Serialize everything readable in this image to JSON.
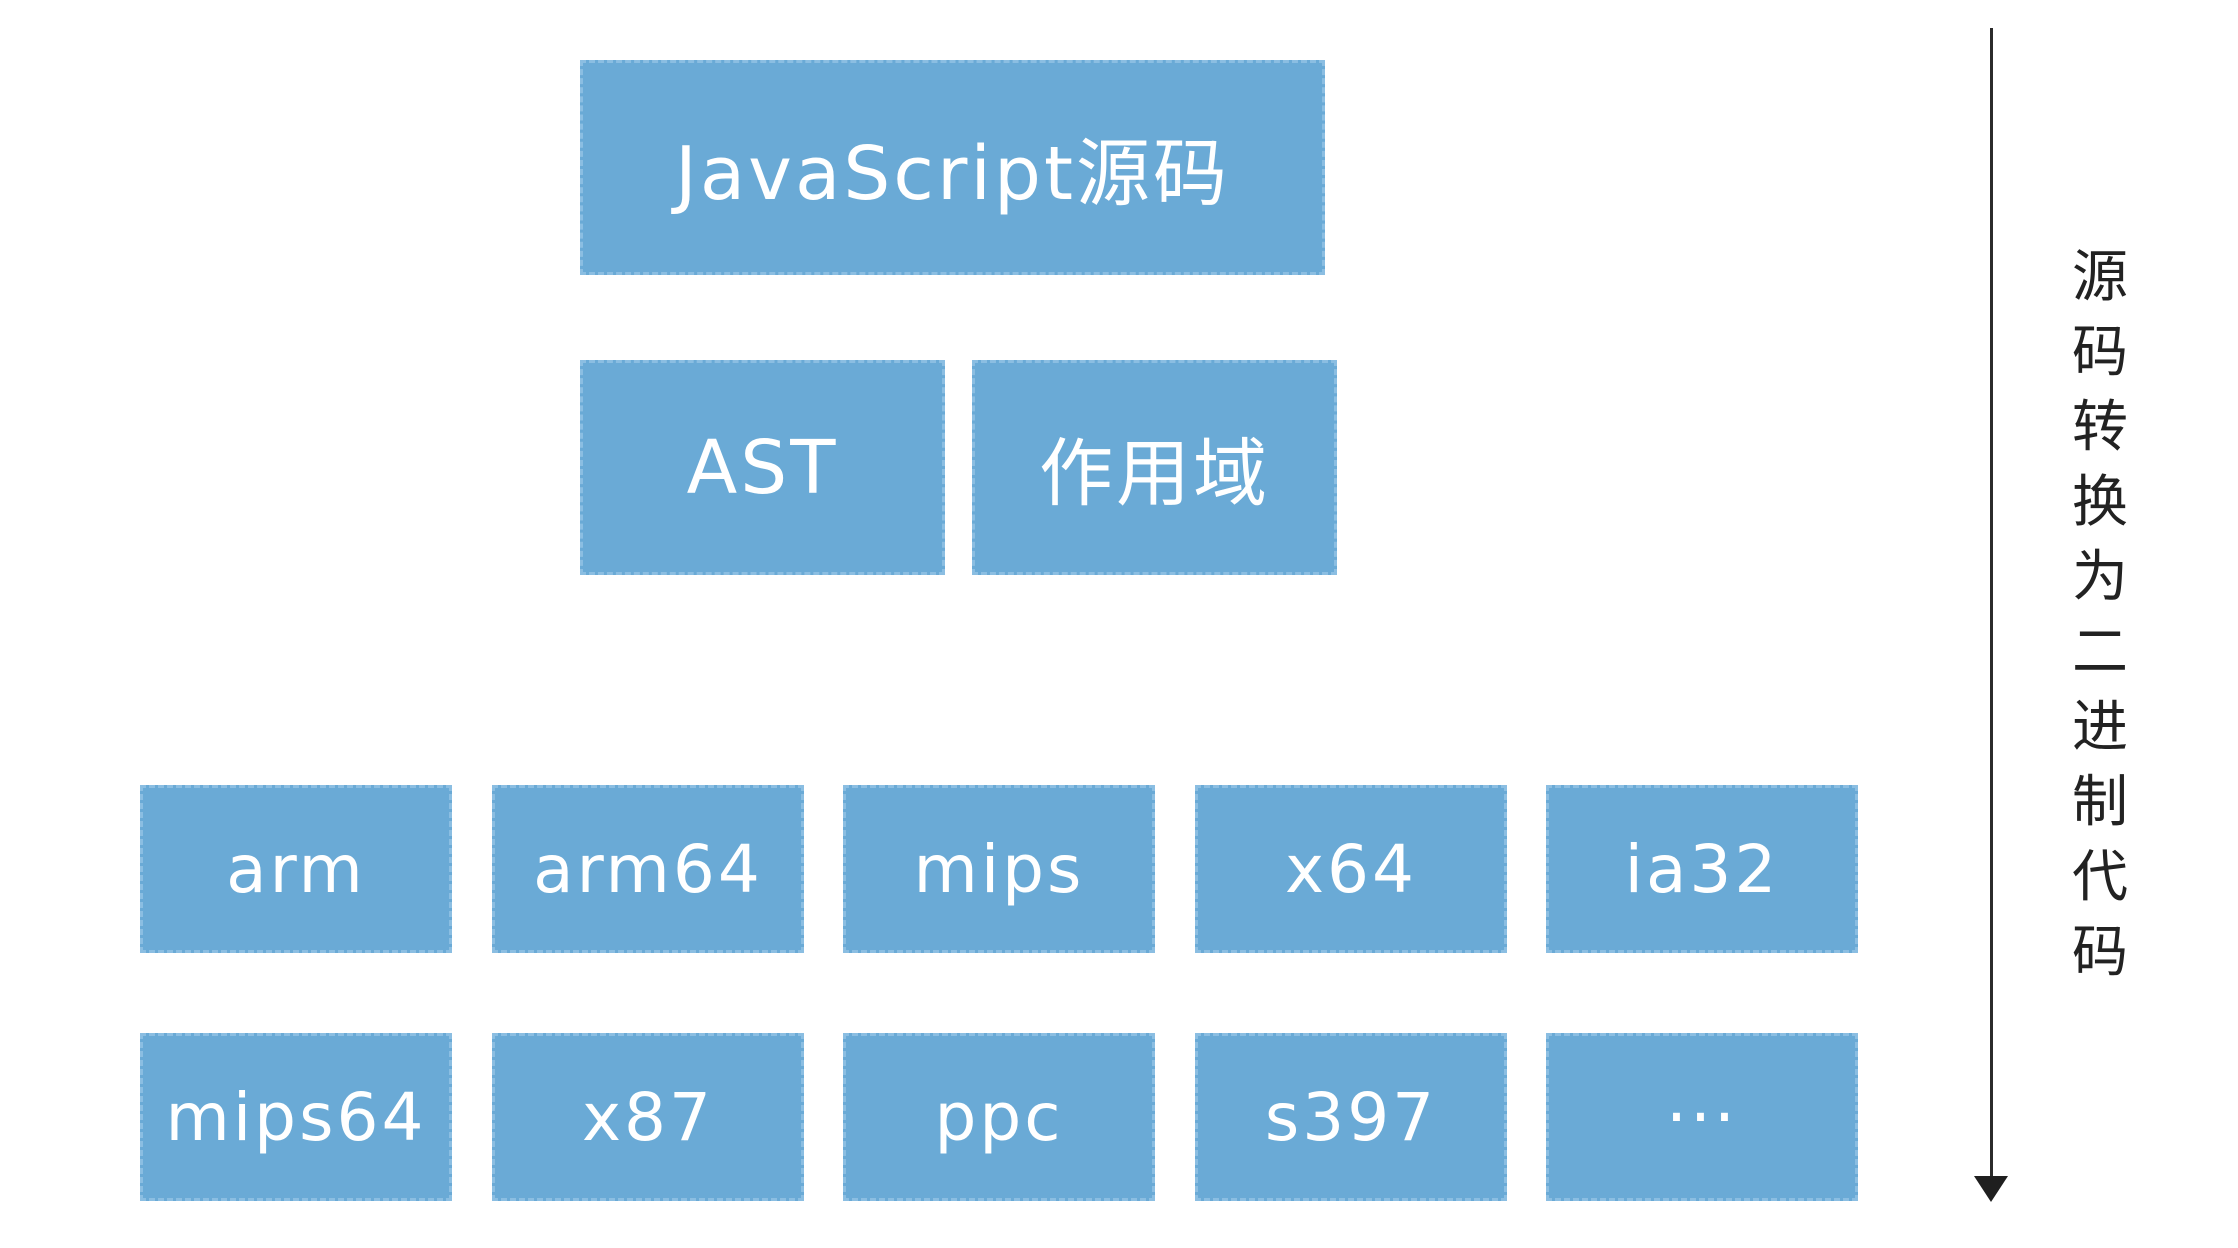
{
  "nodes": {
    "source": "JavaScript源码",
    "ast": "AST",
    "scope": "作用域"
  },
  "architectures": {
    "row1": [
      "arm",
      "arm64",
      "mips",
      "x64",
      "ia32"
    ],
    "row2": [
      "mips64",
      "x87",
      "ppc",
      "s397",
      "···"
    ]
  },
  "side_label": "源码转换为二进制代码",
  "colors": {
    "box_fill": "#6aaad6",
    "box_text": "#ffffff",
    "arrow": "#1f1f1f"
  }
}
